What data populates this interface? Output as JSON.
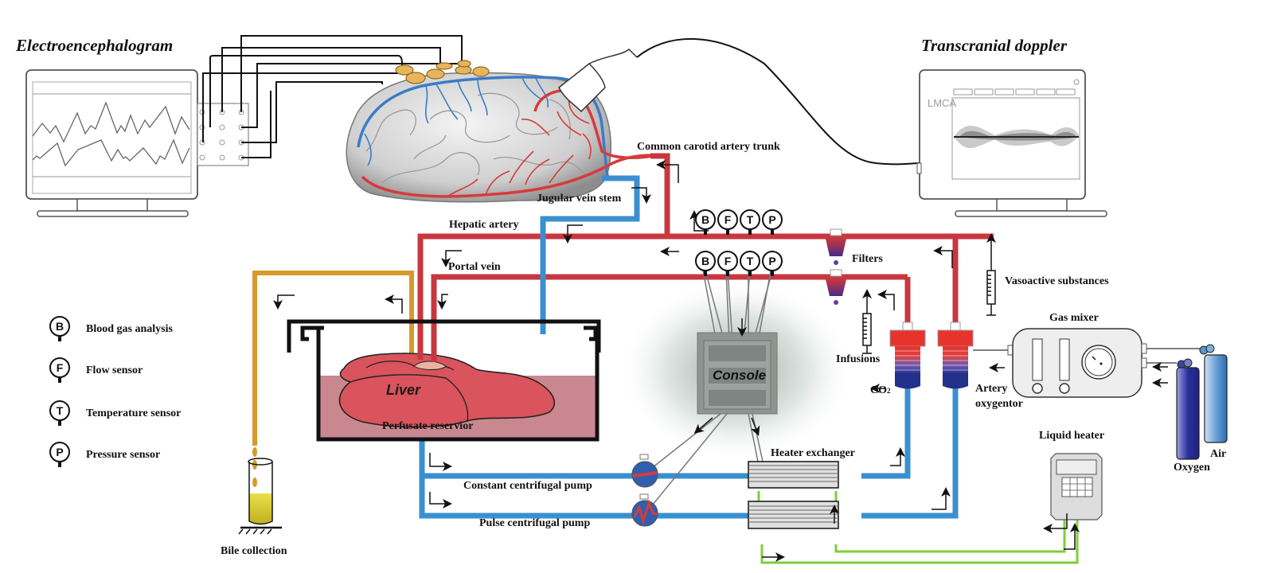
{
  "titles": {
    "eeg": "Electroencephalogram",
    "tcd": "Transcranial doppler"
  },
  "tcd_screen": {
    "channel": "LMCA"
  },
  "legend": [
    {
      "symbol": "B",
      "label": "Blood gas analysis"
    },
    {
      "symbol": "F",
      "label": "Flow sensor"
    },
    {
      "symbol": "T",
      "label": "Temperature sensor"
    },
    {
      "symbol": "P",
      "label": "Pressure sensor"
    }
  ],
  "sensor_groups": {
    "hepatic_line": [
      "B",
      "F",
      "T",
      "P"
    ],
    "portal_line": [
      "B",
      "F",
      "T",
      "P"
    ]
  },
  "labels": {
    "common_carotid": "Common carotid artery trunk",
    "jugular": "Jugular vein stem",
    "hepatic_artery": "Hepatic artery",
    "portal_vein": "Portal vein",
    "filters": "Filters",
    "vasoactive": "Vasoactive substances",
    "infusions": "Infusions",
    "co2": "CO",
    "co2_sub": "2",
    "artery_oxygenator_1": "Artery",
    "artery_oxygenator_2": "oxygentor",
    "gas_mixer": "Gas mixer",
    "liquid_heater": "Liquid heater",
    "oxygen": "Oxygen",
    "air": "Air",
    "console": "Console",
    "liver": "Liver",
    "reservoir": "Perfusate reservior",
    "bile": "Bile collection",
    "heater_exchanger": "Heater exchanger",
    "constant_pump": "Constant centrifugal pump",
    "pulse_pump": "Pulse centrifugal pump"
  },
  "colors": {
    "artery": "#c8373f",
    "vein": "#3a8fd0",
    "bile": "#d69a2c",
    "heater_line": "#7ccf3a",
    "reservoir_fluid": "#c98890",
    "liver": "#d9545c",
    "electrode": "#e8b55a",
    "console": "#8c9590"
  }
}
